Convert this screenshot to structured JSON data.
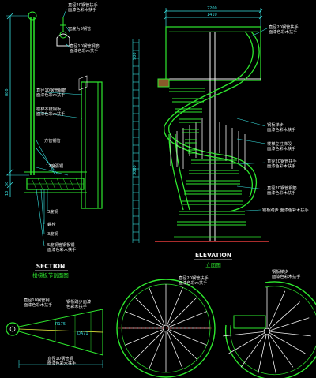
{
  "colors": {
    "background": "#000000",
    "line_green": "#2ee82e",
    "line_cyan": "#38e0e0",
    "text_white": "#f2f2f2",
    "accent_red": "#e23a3a",
    "accent_yellow": "#e6e63a"
  },
  "section": {
    "title": "SECTION",
    "subtitle": "楼梯板节剖面图",
    "dims": [
      "880",
      "50",
      "10"
    ],
    "callouts": [
      "直径20钢管扶手\n面漆色彩木扶手",
      "宽度为5钢管",
      "直径10钢管钢筋\n面漆色彩木扶手",
      "直径10钢管钢筋\n面漆色彩木扶手",
      "楼梯不锈钢板\n面漆色彩木扶手",
      "方管钢管",
      "12度弧钢",
      "3度钢",
      "螺栓",
      "3度钢",
      "5度钢管钢板钢\n面漆色彩木扶手"
    ]
  },
  "elevation": {
    "title": "ELEVATION",
    "subtitle": "立面图",
    "dims_top": [
      "2200",
      "1410"
    ],
    "dims_left": [
      "900",
      "3000"
    ],
    "callouts": [
      "直径20钢管扶手\n面漆色彩木扶手",
      "钢板梯步\n面漆色彩木扶手",
      "楼梯立柱梯段\n面漆色彩木扶手",
      "直径20钢管扶手\n面漆色彩木扶手",
      "直径20钢管钢筋\n面漆色彩木扶手",
      "钢板踏步 面漆色彩木扶手"
    ]
  },
  "plans": {
    "callouts": [
      "直径10钢管钢\n面漆色彩木扶手",
      "钢板踏步面漆\n色彩木扶手",
      "直径10钢管钢\n面漆色彩木扶手",
      "直径20钢管扶手\n面漆色彩木扶手",
      "钢板梯步\n面漆色彩木扶手"
    ],
    "dims": [
      "R175",
      "DA71"
    ]
  }
}
